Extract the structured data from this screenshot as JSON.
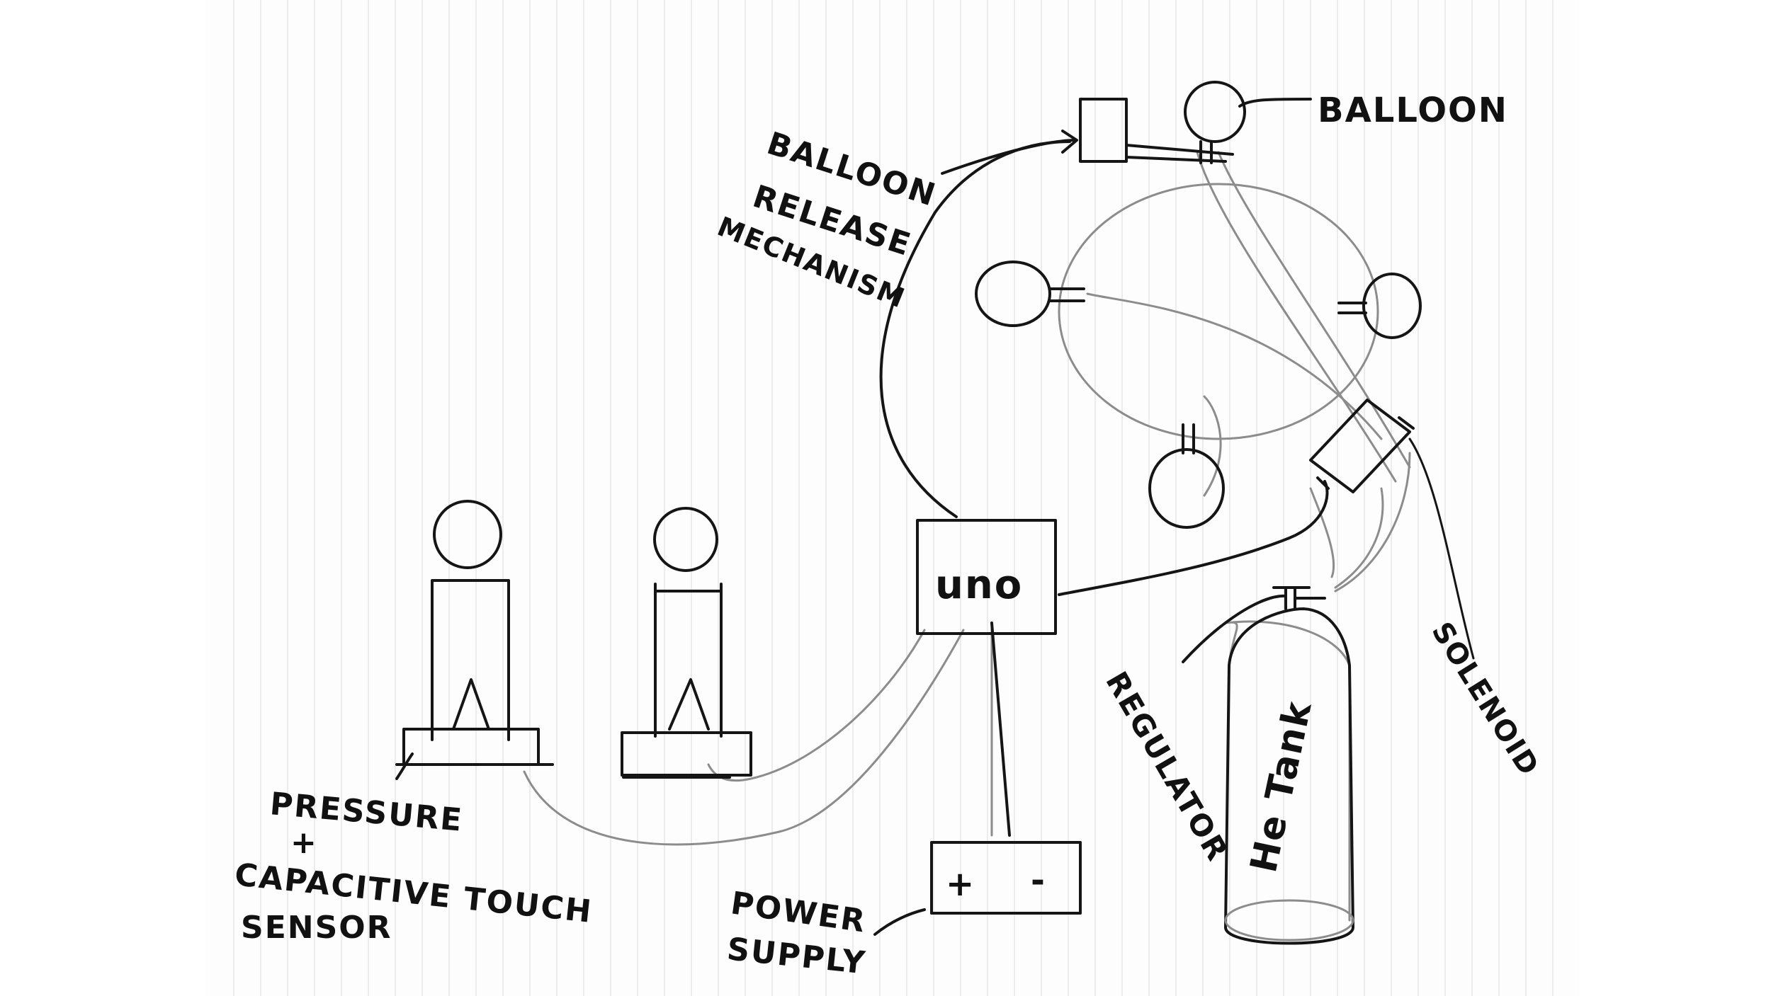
{
  "labels": {
    "balloon": "BALLOON",
    "release_1": "BALLOON",
    "release_2": "RELEASE",
    "release_3": "MECHANISM",
    "controller": "uno",
    "sensor_1": "PRESSURE",
    "sensor_2": "+",
    "sensor_3": "CAPACITIVE TOUCH",
    "sensor_4": "SENSOR",
    "power_1": "POWER",
    "power_2": "SUPPLY",
    "battery_plus": "+",
    "battery_minus": "-",
    "regulator": "REGULATOR",
    "solenoid": "SOLENOID",
    "tank": "He Tank"
  },
  "colors": {
    "ink": "#151515",
    "pencil": "#8c8c8c",
    "paper": "#fdfdfd"
  }
}
